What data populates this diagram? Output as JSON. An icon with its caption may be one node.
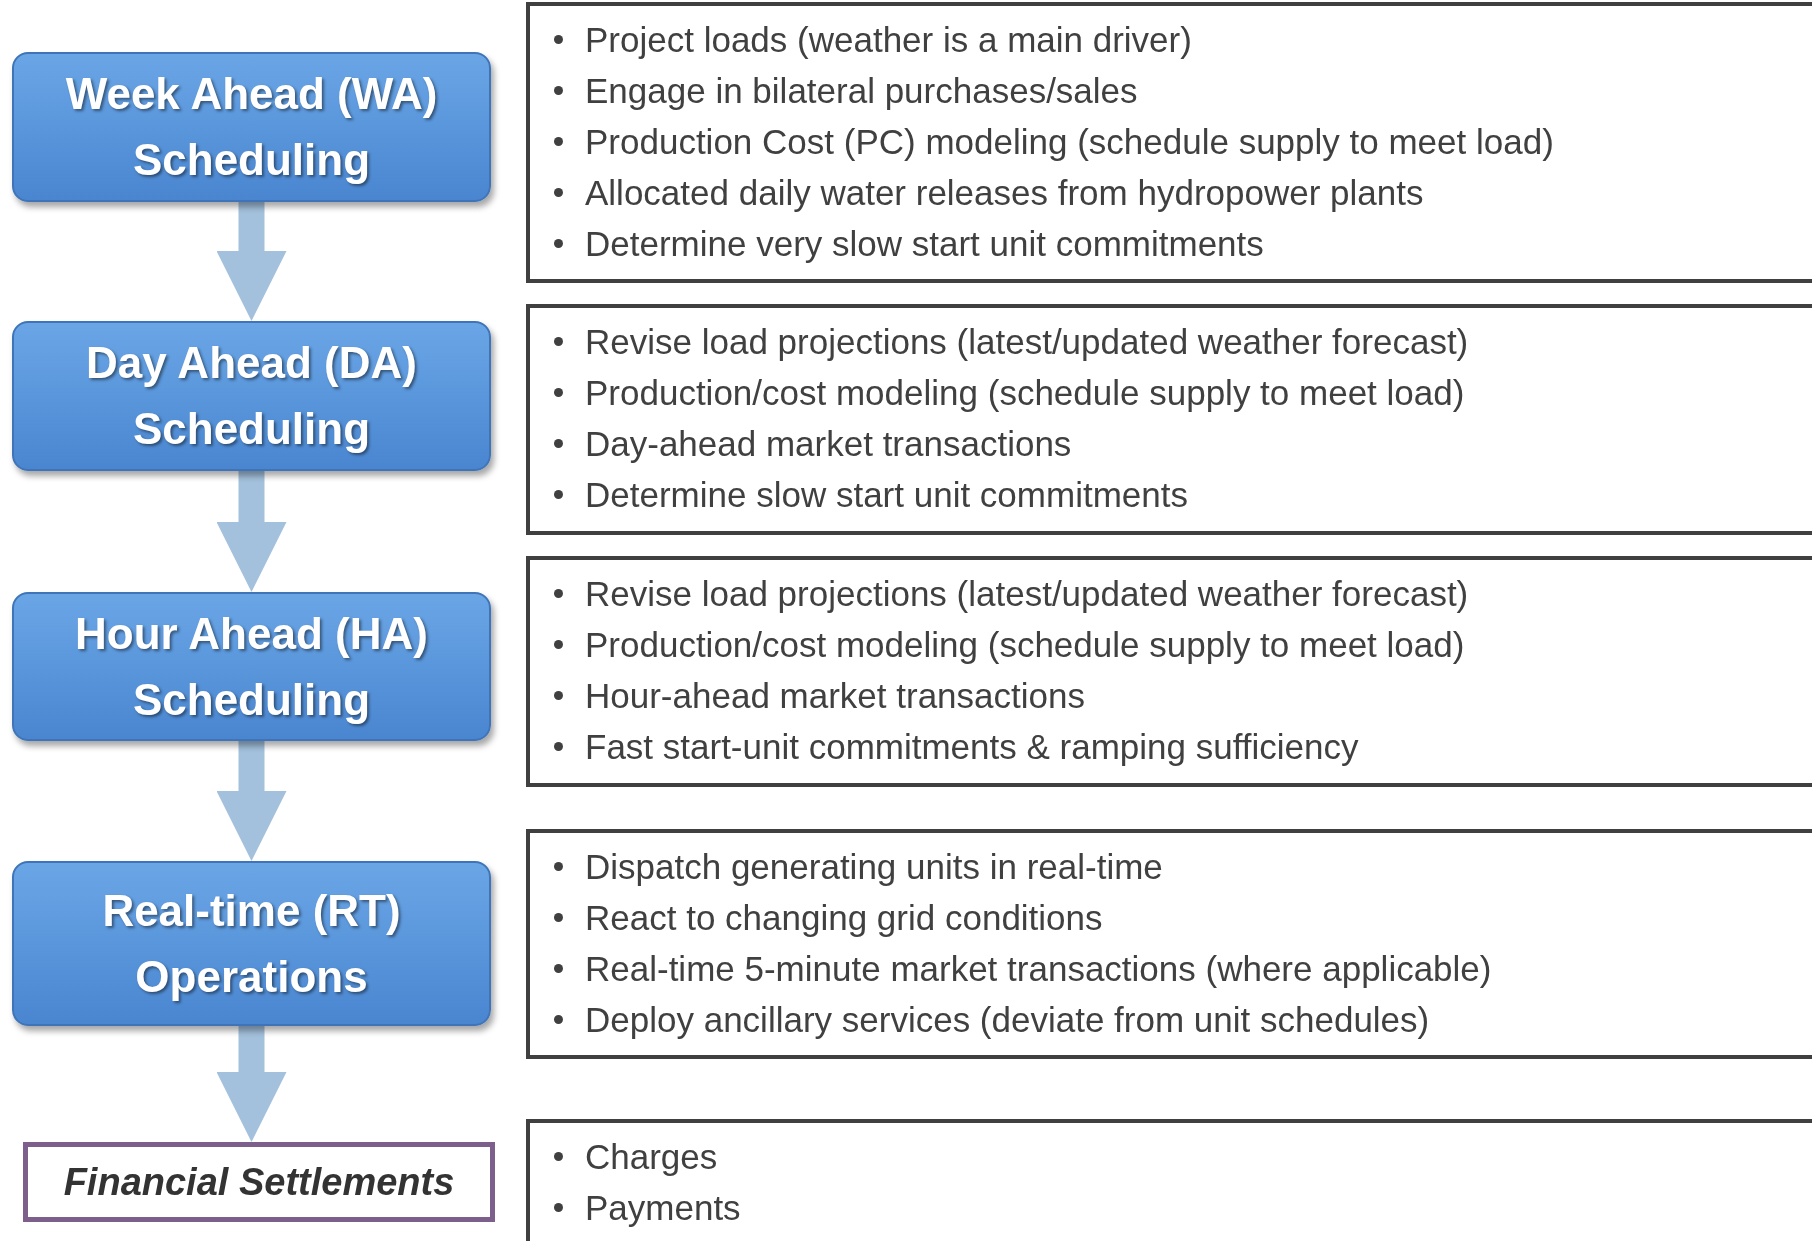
{
  "diagram": {
    "nodes": [
      {
        "text": [
          "Week Ahead (WA) Scheduling"
        ]
      },
      {
        "text": [
          "Project loads (weather is a main driver)",
          "Engage in bilateral purchases/sales",
          "Production Cost (PC) modeling (schedule supply to meet load)",
          "Allocated daily water releases from hydropower plants",
          "Determine very slow start unit commitments"
        ]
      },
      {
        "text": [
          "Day Ahead (DA) Scheduling"
        ]
      },
      {
        "text": [
          "Revise load projections (latest/updated weather forecast)",
          "Production/cost modeling (schedule supply to meet load)",
          "Day-ahead market transactions",
          "Determine slow start unit commitments"
        ]
      },
      {
        "text": [
          "Hour Ahead (HA) Scheduling"
        ]
      },
      {
        "text": [
          "Revise load projections (latest/updated weather forecast)",
          "Production/cost modeling (schedule supply to meet load)",
          "Hour-ahead market transactions",
          "Fast start-unit commitments & ramping sufficiency"
        ]
      },
      {
        "text": [
          "Real-time (RT) Operations"
        ]
      },
      {
        "text": [
          "Dispatch generating units in real-time",
          "React to changing grid conditions",
          "Real-time 5-minute market transactions (where applicable)",
          "Deploy ancillary services (deviate from unit schedules)"
        ]
      },
      {
        "text": [
          "Financial Settlements"
        ]
      },
      {
        "text": [
          "Charges",
          "Payments"
        ]
      }
    ],
    "edges": [
      {
        "from": 0,
        "to": 2,
        "arrow": "to"
      },
      {
        "from": 2,
        "to": 4,
        "arrow": "to"
      },
      {
        "from": 4,
        "to": 6,
        "arrow": "to"
      },
      {
        "from": 6,
        "to": 8,
        "arrow": "to"
      }
    ]
  }
}
